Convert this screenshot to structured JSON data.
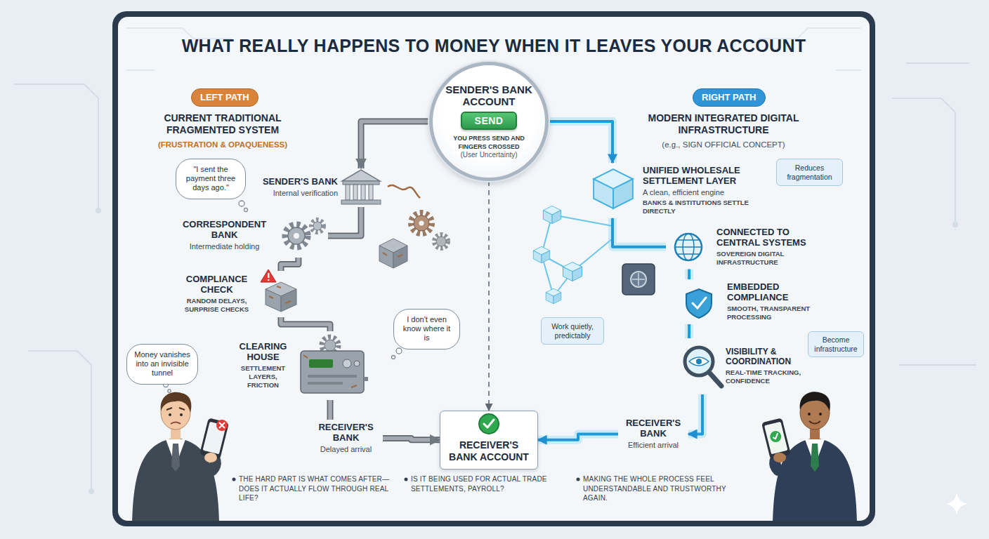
{
  "diagram": {
    "title": "WHAT REALLY HAPPENS TO MONEY WHEN IT LEAVES YOUR ACCOUNT",
    "nodes": [
      {
        "text": [
          "SENDER'S BANK ACCOUNT",
          "YOU PRESS SEND AND FINGERS CROSSED",
          "(User Uncertainty)"
        ]
      },
      {
        "text": [
          "SEND"
        ],
        "in": 0
      },
      {
        "text": [
          "LEFT PATH"
        ]
      },
      {
        "text": [
          "RIGHT PATH"
        ]
      },
      {
        "text": [
          "\"I sent the payment three days ago.\""
        ]
      },
      {
        "text": [
          "SENDER'S BANK",
          "Internal verification"
        ]
      },
      {
        "text": [
          "CORRESPONDENT BANK",
          "Intermediate holding"
        ]
      },
      {
        "text": [
          "COMPLIANCE CHECK",
          "RANDOM DELAYS, SURPRISE CHECKS"
        ]
      },
      {
        "text": [
          "I don't even know where it is"
        ]
      },
      {
        "text": [
          "Money vanishes into an invisible tunnel"
        ]
      },
      {
        "text": [
          "CLEARING HOUSE",
          "SETTLEMENT LAYERS, FRICTION"
        ]
      },
      {
        "text": [
          "RECEIVER'S BANK",
          "Delayed arrival"
        ]
      },
      {
        "text": [
          "UNIFIED WHOLESALE SETTLEMENT LAYER",
          "A clean, efficient engine",
          "BANKS & INSTITUTIONS SETTLE DIRECTLY"
        ]
      },
      {
        "text": [
          "Reduces fragmentation"
        ]
      },
      {
        "text": [
          "CONNECTED TO CENTRAL SYSTEMS",
          "SOVEREIGN DIGITAL INFRASTRUCTURE"
        ]
      },
      {
        "text": [
          "EMBEDDED COMPLIANCE",
          "SMOOTH, TRANSPARENT PROCESSING"
        ]
      },
      {
        "text": [
          "Work quietly, predictably"
        ]
      },
      {
        "text": [
          "VISIBILITY & COORDINATION",
          "REAL-TIME TRACKING, CONFIDENCE"
        ]
      },
      {
        "text": [
          "Become infrastructure"
        ]
      },
      {
        "text": [
          "RECEIVER'S BANK",
          "Efficient arrival"
        ]
      },
      {
        "text": [
          "RECEIVER'S BANK ACCOUNT"
        ]
      }
    ],
    "edges": [
      {
        "from": 0,
        "to": 5,
        "arrow": "to"
      },
      {
        "from": 5,
        "to": 6,
        "arrow": "none"
      },
      {
        "from": 6,
        "to": 7,
        "arrow": "none"
      },
      {
        "from": 7,
        "to": 10,
        "arrow": "none"
      },
      {
        "from": 10,
        "to": 11,
        "arrow": "none"
      },
      {
        "from": 11,
        "to": 20,
        "arrow": "to"
      },
      {
        "from": 0,
        "to": 12,
        "arrow": "to"
      },
      {
        "from": 12,
        "to": 14,
        "arrow": "none"
      },
      {
        "from": 14,
        "to": 15,
        "arrow": "none"
      },
      {
        "from": 15,
        "to": 17,
        "arrow": "none"
      },
      {
        "from": 17,
        "to": 19,
        "arrow": "to"
      },
      {
        "from": 19,
        "to": 20,
        "arrow": "to"
      },
      {
        "from": 0,
        "to": 20,
        "arrow": "to"
      }
    ],
    "labels": [
      "CURRENT TRADITIONAL FRAGMENTED SYSTEM",
      "(FRUSTRATION & OPAQUENESS)",
      "MODERN INTEGRATED DIGITAL INFRASTRUCTURE",
      "(e.g., SIGN OFFICIAL CONCEPT)",
      "THE HARD PART IS WHAT COMES AFTER—DOES IT ACTUALLY FLOW THROUGH REAL LIFE?",
      "IS IT BEING USED FOR ACTUAL TRADE SETTLEMENTS, PAYROLL?",
      "MAKING THE WHOLE PROCESS FEEL UNDERSTANDABLE AND TRUSTWORTHY AGAIN."
    ]
  }
}
